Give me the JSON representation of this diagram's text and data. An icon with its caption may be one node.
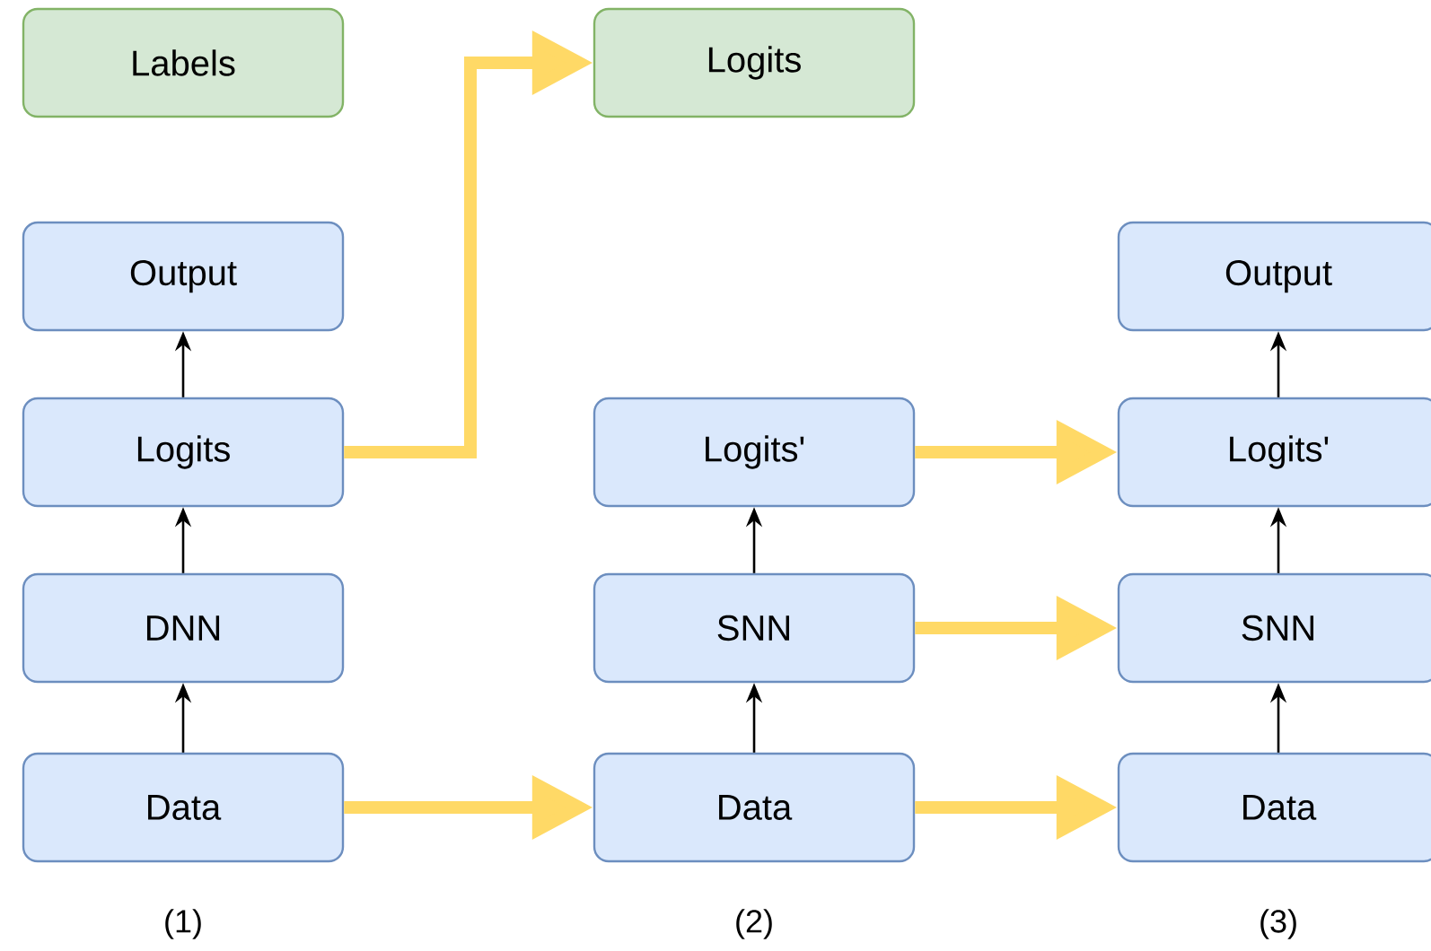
{
  "diagram": {
    "nodes": [
      {
        "text": [
          "Labels"
        ]
      },
      {
        "text": [
          "Logits"
        ]
      },
      {
        "text": [
          "Output"
        ]
      },
      {
        "text": [
          "Logits"
        ]
      },
      {
        "text": [
          "DNN"
        ]
      },
      {
        "text": [
          "Data"
        ]
      },
      {
        "text": [
          "Logits'"
        ]
      },
      {
        "text": [
          "SNN"
        ]
      },
      {
        "text": [
          "Data"
        ]
      },
      {
        "text": [
          "Output"
        ]
      },
      {
        "text": [
          "Logits'"
        ]
      },
      {
        "text": [
          "SNN"
        ]
      },
      {
        "text": [
          "Data"
        ]
      }
    ],
    "edges": [
      {
        "from": 3,
        "to": 2,
        "arrow": "to"
      },
      {
        "from": 4,
        "to": 3,
        "arrow": "to"
      },
      {
        "from": 5,
        "to": 4,
        "arrow": "to"
      },
      {
        "from": 7,
        "to": 6,
        "arrow": "to"
      },
      {
        "from": 8,
        "to": 7,
        "arrow": "to"
      },
      {
        "from": 10,
        "to": 9,
        "arrow": "to"
      },
      {
        "from": 11,
        "to": 10,
        "arrow": "to"
      },
      {
        "from": 12,
        "to": 11,
        "arrow": "to"
      },
      {
        "from": 3,
        "to": 1,
        "arrow": "to",
        "style": "thick",
        "color": "#ffd966"
      },
      {
        "from": 5,
        "to": 8,
        "arrow": "to",
        "style": "thick",
        "color": "#ffd966"
      },
      {
        "from": 6,
        "to": 10,
        "arrow": "to",
        "style": "thick",
        "color": "#ffd966"
      },
      {
        "from": 7,
        "to": 11,
        "arrow": "to",
        "style": "thick",
        "color": "#ffd966"
      },
      {
        "from": 8,
        "to": 12,
        "arrow": "to",
        "style": "thick",
        "color": "#ffd966"
      }
    ],
    "labels": [
      "(1)",
      "(2)",
      "(3)"
    ]
  }
}
